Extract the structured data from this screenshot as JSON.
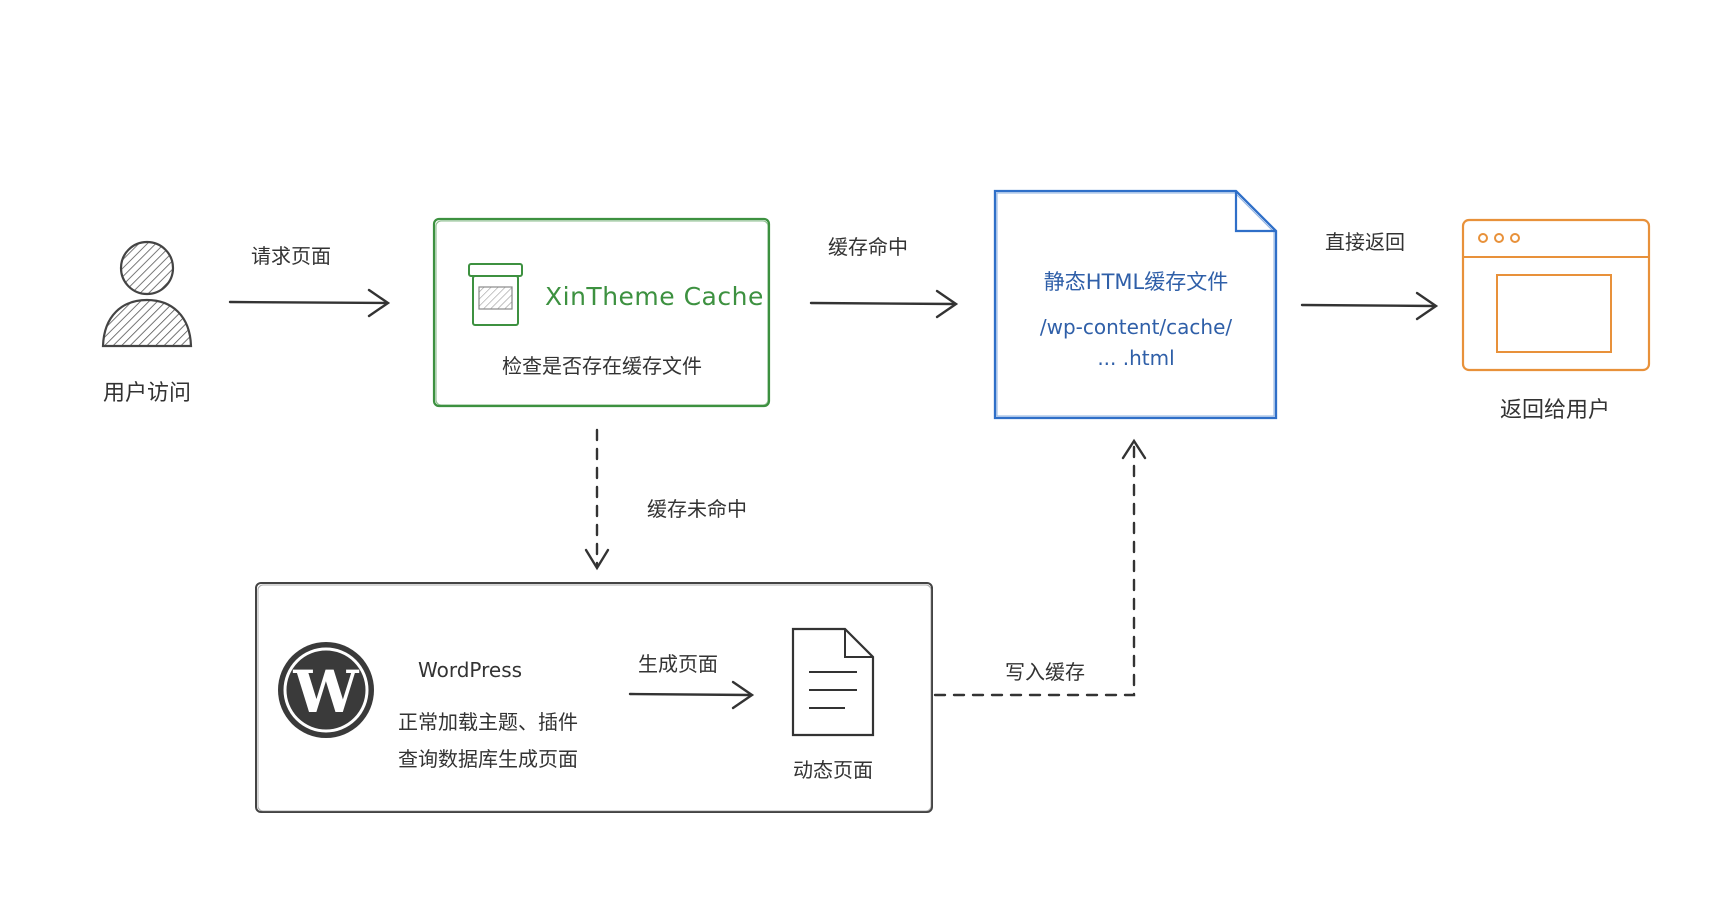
{
  "user": {
    "caption": "用户访问"
  },
  "edge_request": {
    "label": "请求页面"
  },
  "cache_box": {
    "title": "XinTheme Cache",
    "subtitle": "检查是否存在缓存文件",
    "border_color": "#3d9140"
  },
  "edge_hit": {
    "label": "缓存命中"
  },
  "static_file": {
    "title": "静态HTML缓存文件",
    "path_line1": "/wp-content/cache/",
    "path_line2": "... .html",
    "border_color": "#2f6fc8"
  },
  "edge_return": {
    "label": "直接返回"
  },
  "browser": {
    "caption": "返回给用户",
    "border_color": "#e8913a"
  },
  "edge_miss": {
    "label": "缓存未命中"
  },
  "wordpress_box": {
    "title": "WordPress",
    "line1": "正常加载主题、插件",
    "line2": "查询数据库生成页面"
  },
  "edge_generate": {
    "label": "生成页面"
  },
  "dynamic_page": {
    "caption": "动态页面"
  },
  "edge_write": {
    "label": "写入缓存"
  },
  "icons": {
    "user": "user-icon",
    "cache": "cache-box-icon",
    "file": "file-icon",
    "browser": "browser-window-icon",
    "wordpress": "wordpress-logo-icon"
  }
}
